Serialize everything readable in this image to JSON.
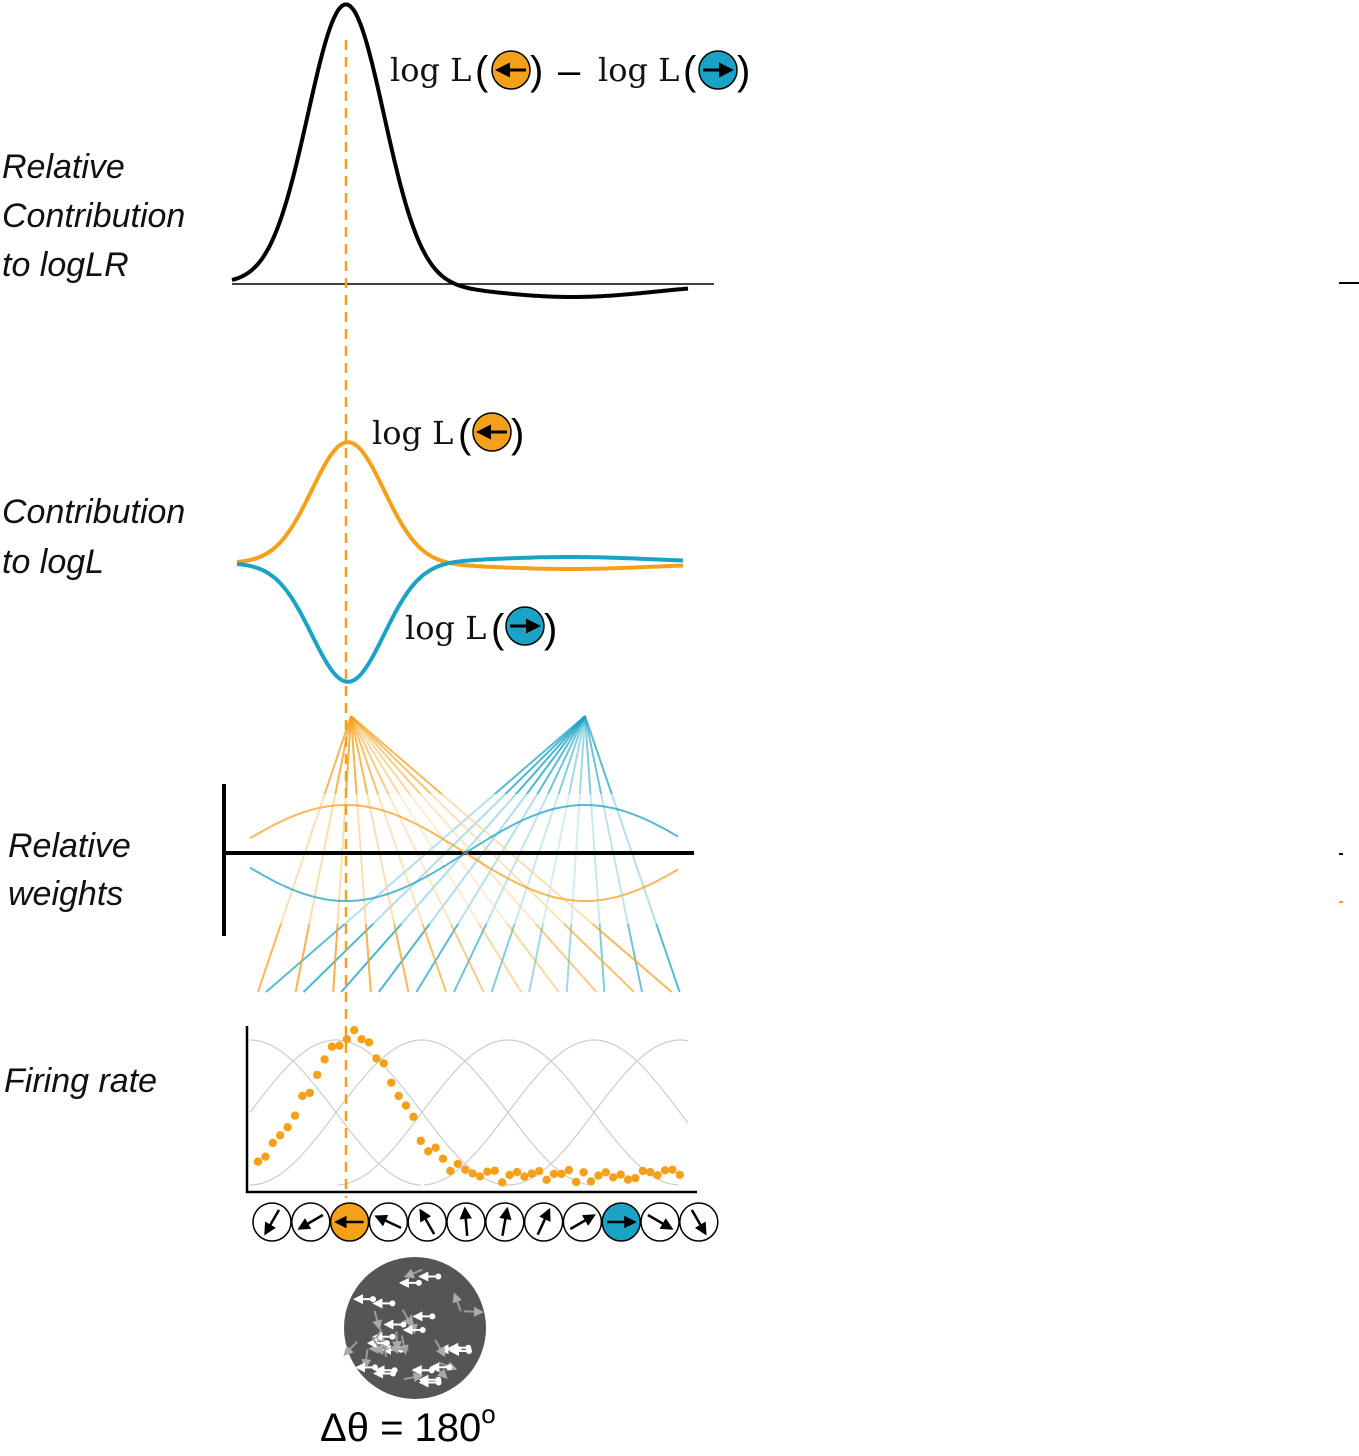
{
  "colors": {
    "orange": "#F5A01A",
    "blue": "#1BA3C6",
    "black": "#000000",
    "stimulus_bg": "#555555"
  },
  "row_labels": {
    "relative_contribution": [
      "Relative",
      "Contribution",
      "to logLR"
    ],
    "contribution": [
      "Contribution",
      "to logL"
    ],
    "relative_weights": [
      "Relative",
      "weights"
    ],
    "firing_rate": [
      "Firing rate"
    ]
  },
  "annotations": {
    "loglr_text_a": "log L",
    "loglr_minus": "–",
    "loglr_text_b": "log L",
    "logl_orange": "log L",
    "logl_blue": "log L",
    "delta_theta": "Δθ = 180",
    "delta_theta_sup": "o"
  },
  "icons": {
    "orange_left_arrow": "left-arrow-in-orange-circle-icon",
    "blue_right_arrow": "right-arrow-in-blue-circle-icon"
  },
  "neuron_directions_deg": [
    240,
    210,
    180,
    155,
    120,
    95,
    80,
    65,
    30,
    0,
    330,
    300
  ],
  "highlight": {
    "orange_index": 2,
    "blue_index": 9
  }
}
